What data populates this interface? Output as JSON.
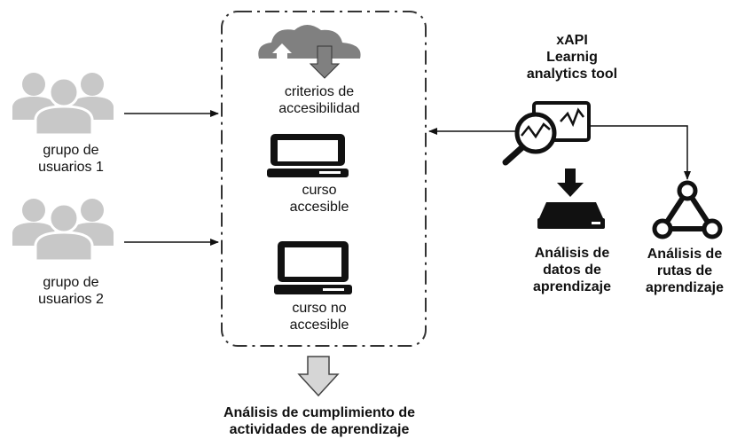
{
  "users": {
    "group1_line1": "grupo de",
    "group1_line2": "usuarios 1",
    "group2_line1": "grupo de",
    "group2_line2": "usuarios 2"
  },
  "box": {
    "criteria_line1": "criterios de",
    "criteria_line2": "accesibilidad",
    "course_accessible_line1": "curso",
    "course_accessible_line2": "accesible",
    "course_not_accessible_line1": "curso no",
    "course_not_accessible_line2": "accesible"
  },
  "tool": {
    "line1": "xAPI",
    "line2": "Learnig",
    "line3": "analytics tool"
  },
  "data_analysis": {
    "line1": "Análisis de",
    "line2": "datos de",
    "line3": "aprendizaje"
  },
  "route_analysis": {
    "line1": "Análisis de",
    "line2": "rutas de",
    "line3": "aprendizaje"
  },
  "compliance": {
    "line1": "Análisis de cumplimiento de",
    "line2": "actividades de aprendizaje"
  },
  "colors": {
    "people_fill": "#c8c8c8",
    "cloud_fill": "#808080",
    "icon_dark": "#111111",
    "down_arrow_fill": "#d6d6d6"
  }
}
